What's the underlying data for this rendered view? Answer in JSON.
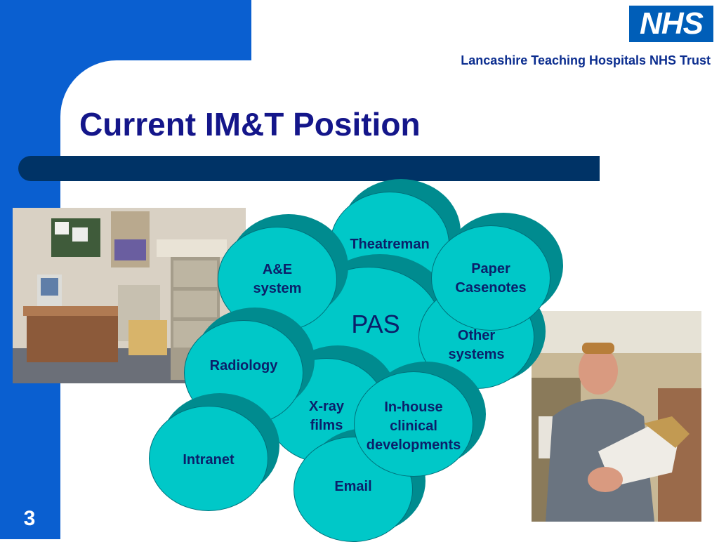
{
  "header": {
    "logo_text": "NHS",
    "trust_name": "Lancashire Teaching Hospitals NHS Trust"
  },
  "slide": {
    "title": "Current IM&T Position",
    "number": "3"
  },
  "diagram": {
    "nodes": {
      "pas": "PAS",
      "theatreman": "Theatreman",
      "ae_line1": "A&E",
      "ae_line2": "system",
      "paper_line1": "Paper",
      "paper_line2": "Casenotes",
      "other_line1": "Other",
      "other_line2": "systems",
      "radiology": "Radiology",
      "xray_line1": "X-ray",
      "xray_line2": "films",
      "inhouse_line1": "In-house",
      "inhouse_line2": "clinical",
      "inhouse_line3": "developments",
      "intranet": "Intranet",
      "email": "Email"
    },
    "colors": {
      "bubble_face": "#00C8C8",
      "bubble_side": "#008B8F",
      "label_text": "#0B1F6A"
    }
  },
  "colors": {
    "frame_blue": "#0A5FD0",
    "title_bar": "#003366",
    "title_text": "#14168A"
  }
}
